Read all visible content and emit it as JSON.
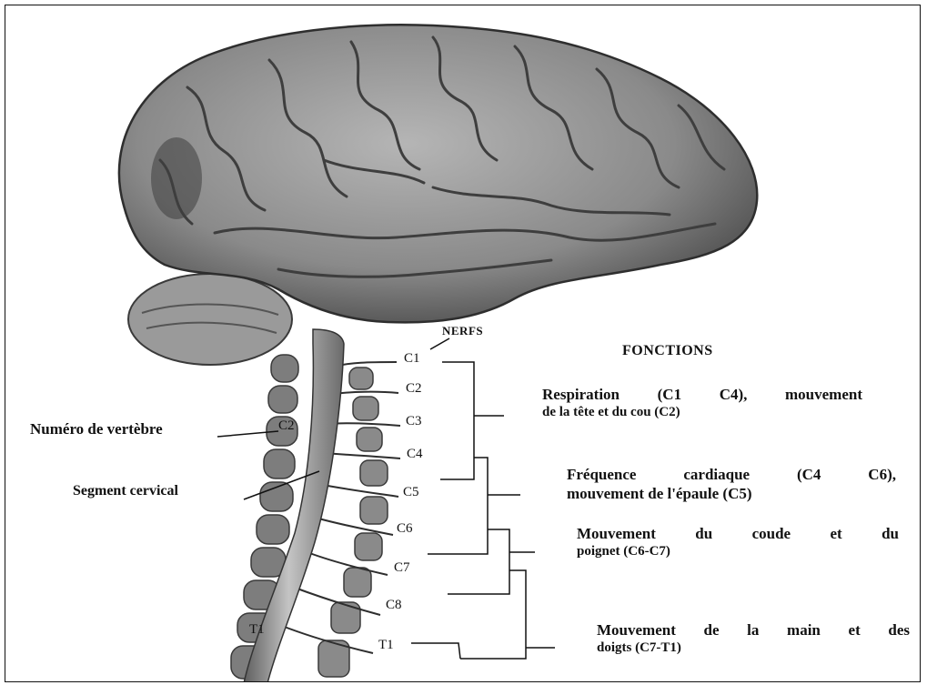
{
  "labels": {
    "nerfs": "NERFS",
    "fonctions_title": "FONCTIONS",
    "vertebra_number": "Numéro de vertèbre",
    "cervical_segment": "Segment cervical",
    "vertebra_c2": "C2",
    "vertebra_t1": "T1"
  },
  "nerves": [
    "C1",
    "C2",
    "C3",
    "C4",
    "C5",
    "C6",
    "C7",
    "C8",
    "T1"
  ],
  "functions": [
    {
      "line1": "Respiration  (C1 C4),  mouvement",
      "line2": "de la tête et du cou (C2)"
    },
    {
      "line1": "Fréquence   cardiaque   (C4 C6),",
      "line2": "mouvement de l'épaule (C5)"
    },
    {
      "line1": "Mouvement   du   coude   et   du",
      "line2": "poignet (C6-C7)"
    },
    {
      "line1": "Mouvement  de  la  main  et  des",
      "line2": "doigts (C7-T1)"
    }
  ],
  "colors": {
    "brain": "#8a8a8a",
    "brain_dark": "#4a4a4a",
    "cerebellum": "#9a9a9a",
    "cord": "#8d8d8d",
    "vertebra": "#7d7d7d",
    "line": "#111111"
  }
}
